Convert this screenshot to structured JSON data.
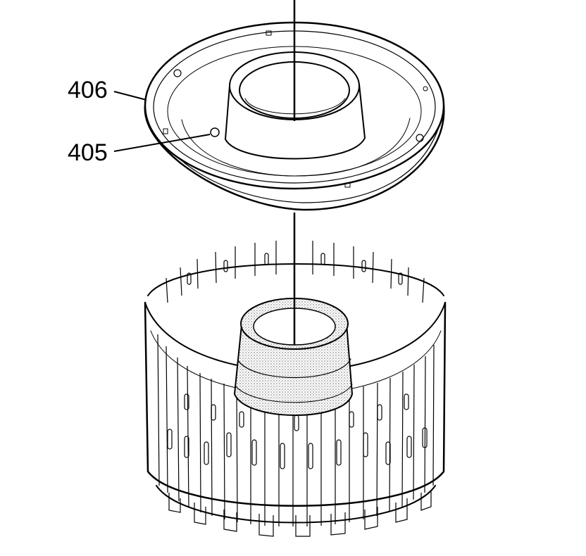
{
  "callouts": [
    {
      "id": "406",
      "text": "406"
    },
    {
      "id": "405",
      "text": "405"
    }
  ],
  "colors": {
    "line": "#000000",
    "background": "#ffffff",
    "stipple": "#8a8a8a"
  }
}
